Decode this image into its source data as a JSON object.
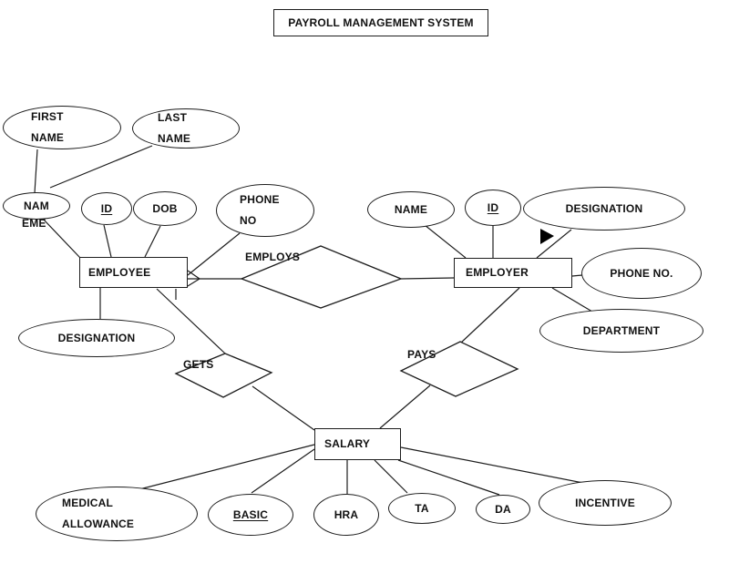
{
  "title": "PAYROLL  MANAGEMENT SYSTEM",
  "diagram": {
    "entities": {
      "employee": {
        "label": "EMPLOYEE"
      },
      "employer": {
        "label": "EMPLOYER"
      },
      "salary": {
        "label": "SALARY"
      }
    },
    "relationships": {
      "employs": {
        "label": "EMPLOYS"
      },
      "gets": {
        "label": "GETS"
      },
      "pays": {
        "label": "PAYS"
      }
    },
    "attributes": {
      "first_name": {
        "label": "FIRST\nNAME"
      },
      "last_name": {
        "label": "LAST\nNAME"
      },
      "name_employee": {
        "label": "NAM",
        "overflow_text": "EME"
      },
      "employee_id": {
        "label": "ID",
        "key": true
      },
      "dob": {
        "label": "DOB"
      },
      "phone_no_employee": {
        "label": "PHONE\nNO"
      },
      "designation_employee": {
        "label": "DESIGNATION"
      },
      "name_employer": {
        "label": "NAME"
      },
      "employer_id": {
        "label": "ID",
        "key": true
      },
      "designation_employer": {
        "label": "DESIGNATION"
      },
      "phone_no_employer": {
        "label": "PHONE NO."
      },
      "department": {
        "label": "DEPARTMENT"
      },
      "medical_allowance": {
        "label": "MEDICAL\nALLOWANCE"
      },
      "basic": {
        "label": "BASIC",
        "key": true
      },
      "hra": {
        "label": "HRA"
      },
      "ta": {
        "label": "TA"
      },
      "da": {
        "label": "DA"
      },
      "incentive": {
        "label": "INCENTIVE"
      }
    }
  },
  "colors": {
    "line": "#1d1d1d",
    "background": "#ffffff"
  }
}
